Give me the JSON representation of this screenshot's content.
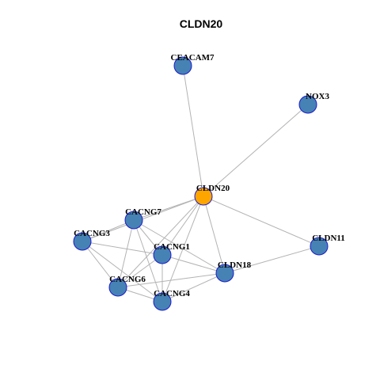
{
  "title": "CLDN20",
  "colors": {
    "hub_fill": "#FFA500",
    "node_fill": "#4682B4",
    "node_stroke": "#1C1CCD",
    "edge": "#B3B3B3"
  },
  "nodes": [
    {
      "id": "CLDN20",
      "label": "CLDN20",
      "role": "hub"
    },
    {
      "id": "CEACAM7",
      "label": "CEACAM7",
      "role": "neighbor"
    },
    {
      "id": "NOX3",
      "label": "NOX3",
      "role": "neighbor"
    },
    {
      "id": "CACNG7",
      "label": "CACNG7",
      "role": "neighbor"
    },
    {
      "id": "CACNG3",
      "label": "CACNG3",
      "role": "neighbor"
    },
    {
      "id": "CACNG1",
      "label": "CACNG1",
      "role": "neighbor"
    },
    {
      "id": "CLDN18",
      "label": "CLDN18",
      "role": "neighbor"
    },
    {
      "id": "CLDN11",
      "label": "CLDN11",
      "role": "neighbor"
    },
    {
      "id": "CACNG6",
      "label": "CACNG6",
      "role": "neighbor"
    },
    {
      "id": "CACNG4",
      "label": "CACNG4",
      "role": "neighbor"
    }
  ],
  "edges": [
    [
      "CLDN20",
      "CEACAM7"
    ],
    [
      "CLDN20",
      "NOX3"
    ],
    [
      "CLDN20",
      "CACNG7"
    ],
    [
      "CLDN20",
      "CACNG3"
    ],
    [
      "CLDN20",
      "CACNG1"
    ],
    [
      "CLDN20",
      "CLDN18"
    ],
    [
      "CLDN20",
      "CLDN11"
    ],
    [
      "CLDN20",
      "CACNG6"
    ],
    [
      "CLDN20",
      "CACNG4"
    ],
    [
      "CACNG7",
      "CACNG3"
    ],
    [
      "CACNG7",
      "CACNG1"
    ],
    [
      "CACNG7",
      "CLDN18"
    ],
    [
      "CACNG7",
      "CACNG6"
    ],
    [
      "CACNG7",
      "CACNG4"
    ],
    [
      "CACNG3",
      "CACNG1"
    ],
    [
      "CACNG3",
      "CACNG6"
    ],
    [
      "CACNG3",
      "CACNG4"
    ],
    [
      "CACNG1",
      "CACNG6"
    ],
    [
      "CACNG1",
      "CACNG4"
    ],
    [
      "CACNG1",
      "CLDN18"
    ],
    [
      "CACNG6",
      "CACNG4"
    ],
    [
      "CACNG6",
      "CLDN18"
    ],
    [
      "CACNG4",
      "CLDN18"
    ],
    [
      "CLDN18",
      "CLDN11"
    ]
  ]
}
